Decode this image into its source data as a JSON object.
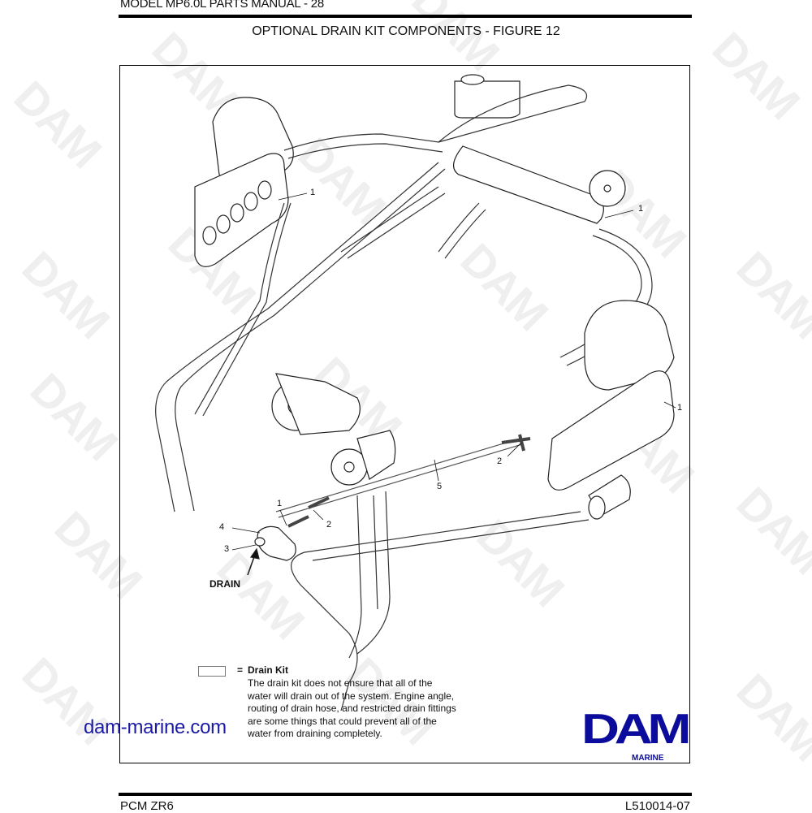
{
  "header": {
    "manual_title": "MODEL MP6.0L PARTS MANUAL - 28",
    "figure_title": "OPTIONAL DRAIN KIT COMPONENTS - FIGURE 12"
  },
  "watermark": {
    "text": "DAM",
    "color": "#efefef"
  },
  "diagram": {
    "callouts": [
      {
        "id": "c1a",
        "label": "1"
      },
      {
        "id": "c1b",
        "label": "1"
      },
      {
        "id": "c1c",
        "label": "1"
      },
      {
        "id": "c1d",
        "label": "1"
      },
      {
        "id": "c2a",
        "label": "2"
      },
      {
        "id": "c2b",
        "label": "2"
      },
      {
        "id": "c3",
        "label": "3"
      },
      {
        "id": "c4",
        "label": "4"
      },
      {
        "id": "c5",
        "label": "5"
      }
    ],
    "drain_label": "DRAIN"
  },
  "legend": {
    "equals": "=",
    "title": "Drain Kit",
    "text": "The drain kit does not ensure that all of the water will drain out of the system. Engine angle, routing of drain hose, and restricted drain fittings are some things that could prevent all of the water from draining completely."
  },
  "branding": {
    "website": "dam-marine.com",
    "logo_text": "DAM",
    "logo_sub": "MARINE",
    "brand_color": "#0c0c9c"
  },
  "footer": {
    "left": "PCM ZR6",
    "right": "L510014-07"
  }
}
